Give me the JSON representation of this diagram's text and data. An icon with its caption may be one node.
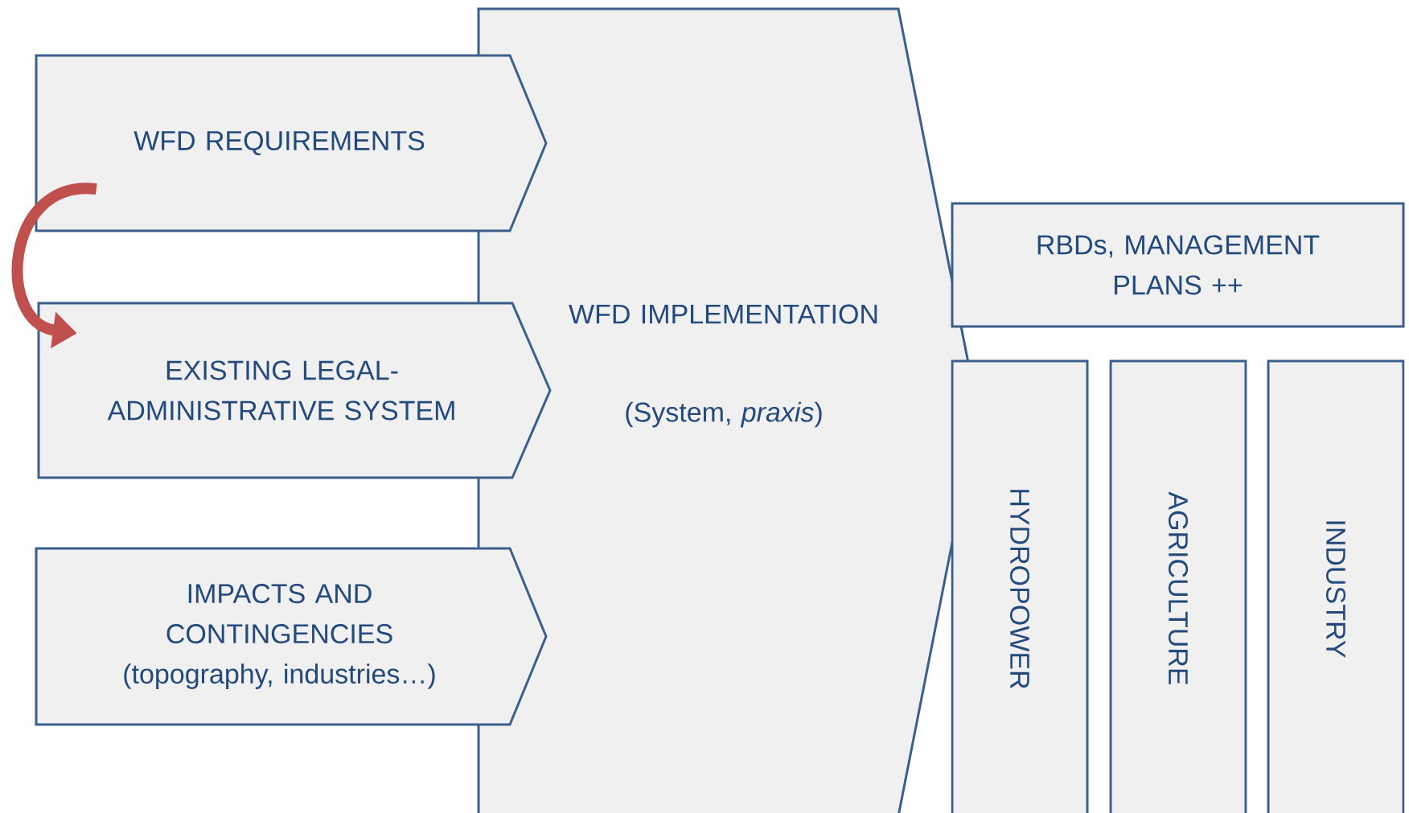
{
  "diagram": {
    "nodes": [
      {
        "text": [
          "WFD IMPLEMENTATION",
          "(System, *praxis*)"
        ]
      },
      {
        "text": [
          "WFD REQUIREMENTS"
        ]
      },
      {
        "text": [
          "EXISTING LEGAL-ADMINISTRATIVE SYSTEM"
        ]
      },
      {
        "text": [
          "IMPACTS AND CONTINGENCIES",
          "(topography, industries…)"
        ]
      },
      {
        "text": [
          "RBDs, MANAGEMENT PLANS ++"
        ]
      },
      {
        "text": [
          "HYDROPOWER"
        ]
      },
      {
        "text": [
          "AGRICULTURE"
        ]
      },
      {
        "text": [
          "INDUSTRY"
        ]
      }
    ],
    "edges": [
      {
        "from": 1,
        "to": 2,
        "arrow": "to",
        "color": "#c0504d"
      }
    ]
  }
}
